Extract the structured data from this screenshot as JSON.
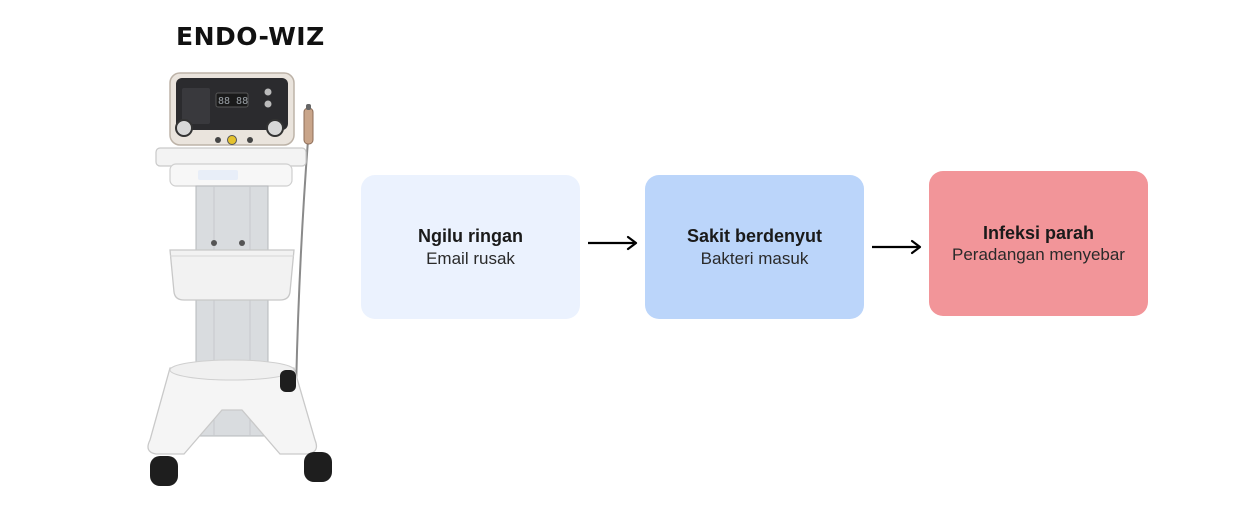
{
  "product": {
    "title": "ENDO-WIZ"
  },
  "stages": [
    {
      "title": "Ngilu ringan",
      "subtitle": "Email rusak",
      "color": "#EBF2FE"
    },
    {
      "title": "Sakit berdenyut",
      "subtitle": "Bakteri masuk",
      "color": "#BBD5FA"
    },
    {
      "title": "Infeksi parah",
      "subtitle": "Peradangan menyebar",
      "color": "#F29599"
    }
  ],
  "device": {
    "icons": [
      "dental-device-icon"
    ]
  },
  "colors": {
    "text": "#1a1a1a",
    "arrow": "#000000"
  }
}
